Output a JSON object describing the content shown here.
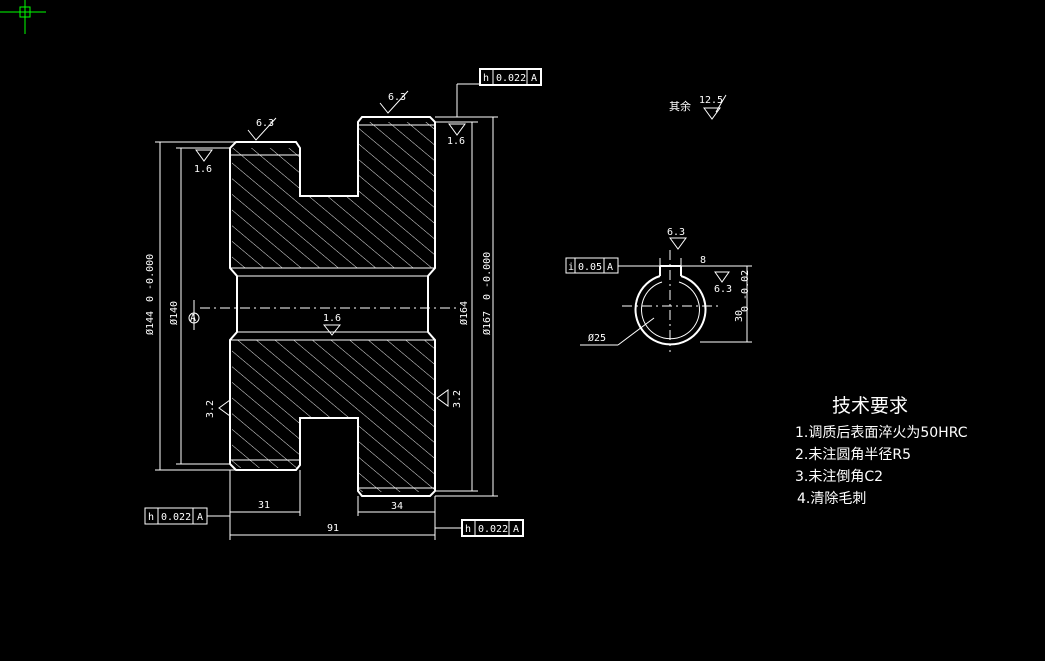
{
  "drawing": {
    "tolerance_frames": {
      "top_right": {
        "symbol": "h",
        "value": "0.022",
        "datum": "A"
      },
      "bottom_left": {
        "symbol": "h",
        "value": "0.022",
        "datum": "A"
      },
      "bottom_right": {
        "symbol": "h",
        "value": "0.022",
        "datum": "A"
      },
      "keyway": {
        "symbol": "i",
        "value": "0.05",
        "datum": "A"
      }
    },
    "roughness": {
      "top_left": "6.3",
      "top_center": "6.3",
      "left_inner": "1.6",
      "right_top": "1.6",
      "bore": "1.6",
      "left_lower": "3.2",
      "right_lower": "3.2",
      "rest_label": "其余",
      "rest_value": "12.5",
      "key_top": "6.3",
      "key_side": "6.3"
    },
    "dimensions": {
      "d144": "Ø144",
      "d144_tol": "0 -0.000",
      "d140": "Ø140",
      "d164": "Ø164",
      "d167": "Ø167",
      "d167_tol": "0 -0.000",
      "w31": "31",
      "w34": "34",
      "w91": "91",
      "key_width": "8",
      "key_depth": "30",
      "key_depth_tol": "0 -0.02",
      "bore_dia": "Ø25"
    },
    "datum_label": "A"
  },
  "tech_req": {
    "title": "技术要求",
    "items": [
      "1.调质后表面淬火为50HRC",
      "2.未注圆角半径R5",
      "3.未注倒角C2",
      "4.清除毛刺"
    ]
  },
  "colors": {
    "background": "#000000",
    "line": "#ffffff",
    "cursor": "#00ff00"
  }
}
